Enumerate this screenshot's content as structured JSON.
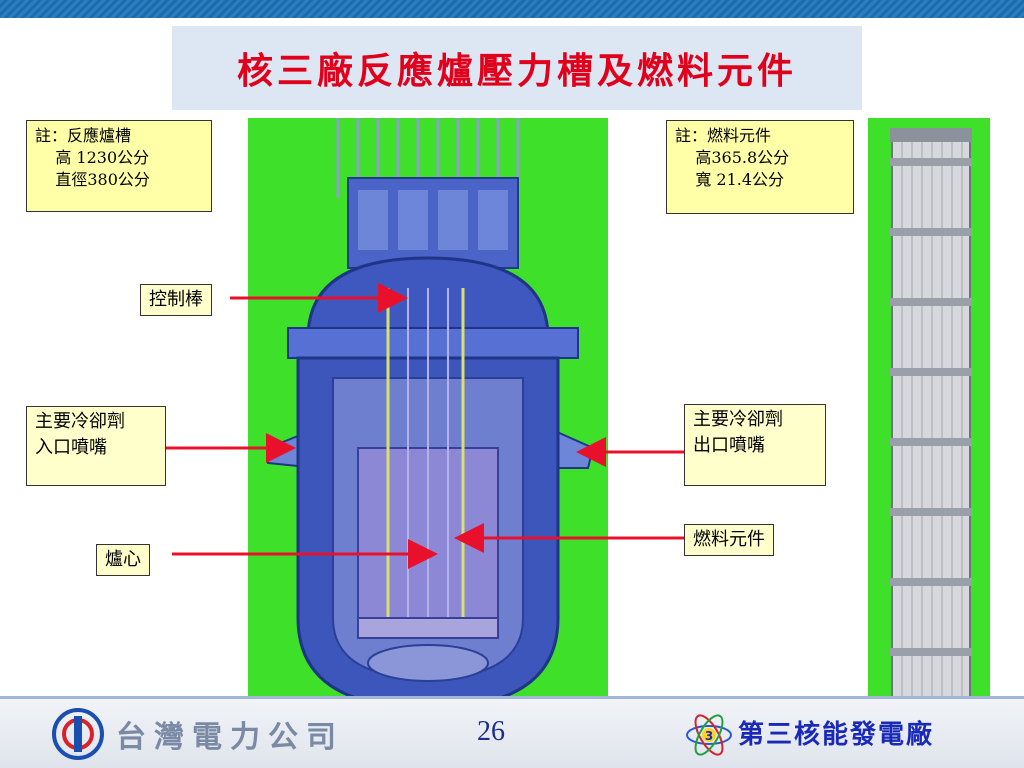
{
  "slide": {
    "title": "核三廠反應爐壓力槽及燃料元件",
    "page_number": "26",
    "company_name": "台灣電力公司",
    "plant_name": "第三核能發電廠",
    "plant_logo_digit": "3"
  },
  "notes": {
    "reactor": {
      "line1": "註：反應爐槽",
      "line2": "    高 1230公分",
      "line3": "    直徑380公分"
    },
    "fuel": {
      "line1": "註：燃料元件",
      "line2": "    高365.8公分",
      "line3": "    寬 21.4公分"
    }
  },
  "labels": {
    "control_rod": "控制棒",
    "coolant_inlet_line1": "主要冷卻劑",
    "coolant_inlet_line2": "入口噴嘴",
    "coolant_outlet_line1": "主要冷卻劑",
    "coolant_outlet_line2": "出口噴嘴",
    "fuel_assembly": "燃料元件",
    "core": "爐心"
  },
  "colors": {
    "title": "#e0001b",
    "arrow": "#e8102a",
    "image_background": "#3ee02a",
    "note_fill": "#ffffa8"
  }
}
